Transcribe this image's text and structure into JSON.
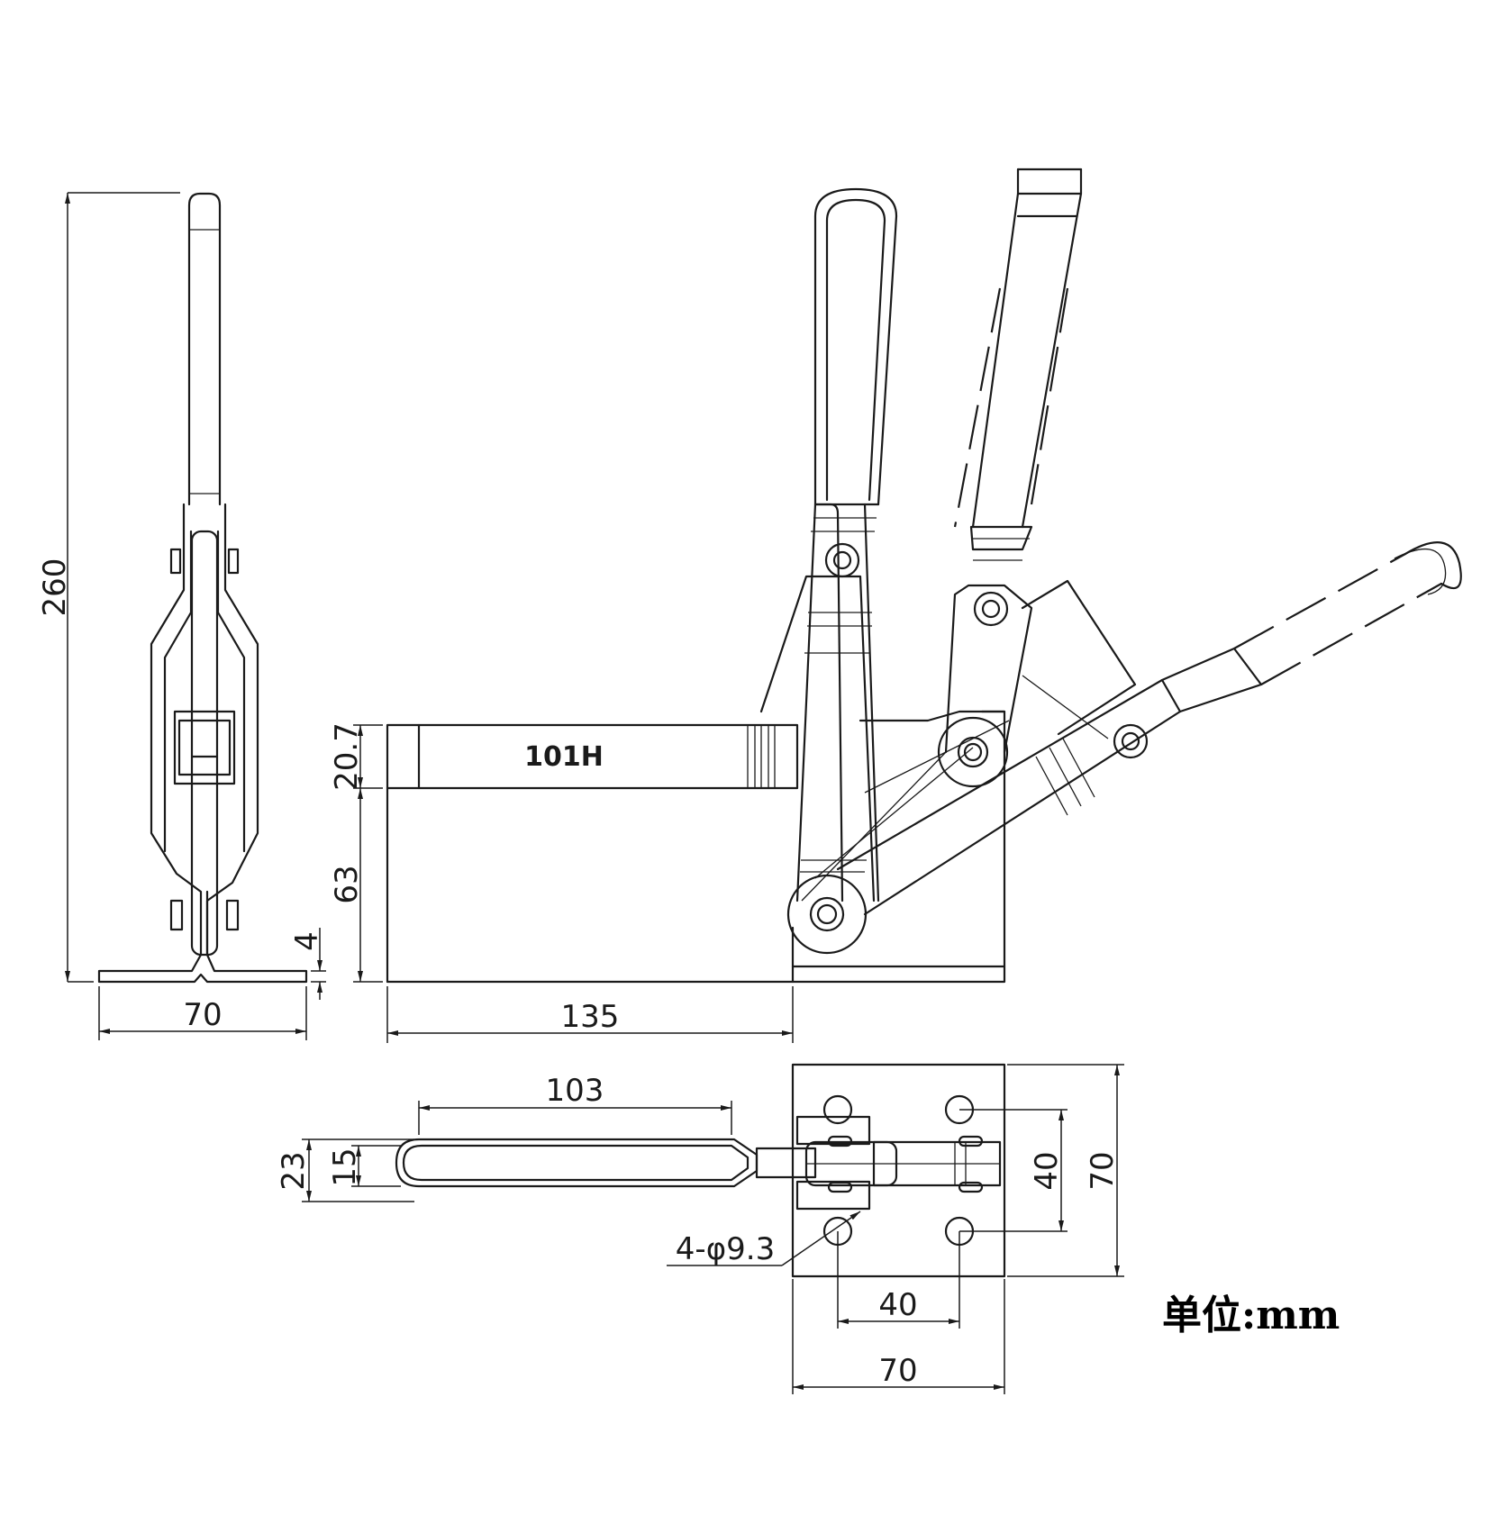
{
  "model_label": "101H",
  "dimensions": {
    "overall_height": "260",
    "side_base_width": "70",
    "base_thickness": "4",
    "bar_height": "20.7",
    "base_to_bar": "63",
    "reach_length": "135",
    "handle_length": "103",
    "handle_outer_width": "23",
    "handle_inner_width": "15",
    "hole_spec": "4-φ9.3",
    "hole_spacing_vertical": "40",
    "plate_height": "70",
    "hole_spacing_horizontal": "40",
    "plate_width": "70"
  },
  "unit_label": "单位:mm"
}
